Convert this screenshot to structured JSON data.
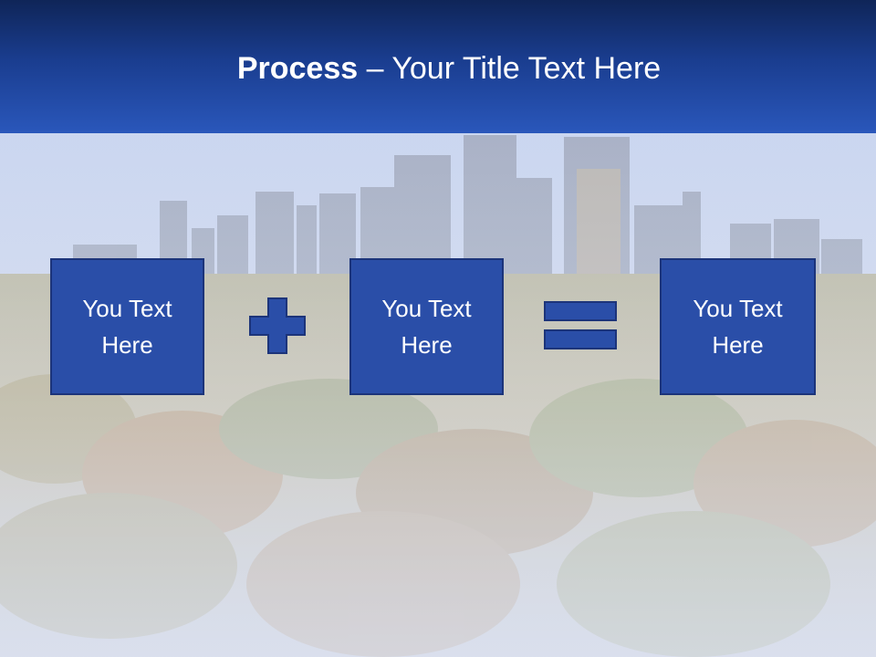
{
  "slide": {
    "title_bold": "Process",
    "title_rest": " – Your Title Text Here"
  },
  "process": {
    "step1": "You Text\nHere",
    "step2": "You Text\nHere",
    "step3": "You Text\nHere",
    "operator1": "plus-icon",
    "operator2": "equals-icon"
  },
  "colors": {
    "header_top": "#0f2558",
    "header_bottom": "#2a57bb",
    "box_fill": "#2a4ea8",
    "box_border": "#1c347a",
    "text": "#ffffff"
  }
}
